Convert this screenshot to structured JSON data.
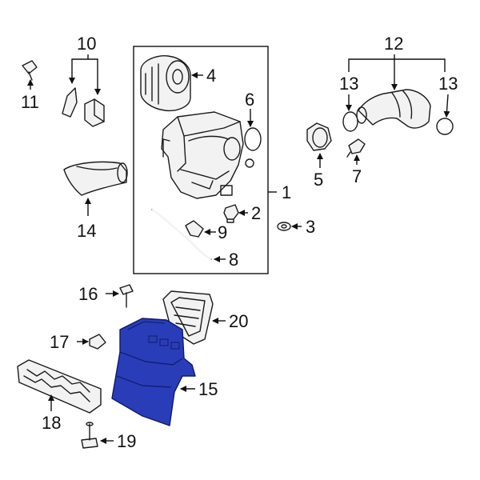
{
  "diagram": {
    "highlight_color": "#2a3db8",
    "callouts": [
      {
        "id": "c1",
        "label": "1"
      },
      {
        "id": "c2",
        "label": "2"
      },
      {
        "id": "c3",
        "label": "3"
      },
      {
        "id": "c4",
        "label": "4"
      },
      {
        "id": "c5",
        "label": "5"
      },
      {
        "id": "c6",
        "label": "6"
      },
      {
        "id": "c7",
        "label": "7"
      },
      {
        "id": "c8",
        "label": "8"
      },
      {
        "id": "c9",
        "label": "9"
      },
      {
        "id": "c10",
        "label": "10"
      },
      {
        "id": "c11",
        "label": "11"
      },
      {
        "id": "c12",
        "label": "12"
      },
      {
        "id": "c13a",
        "label": "13"
      },
      {
        "id": "c13b",
        "label": "13"
      },
      {
        "id": "c14",
        "label": "14"
      },
      {
        "id": "c15",
        "label": "15"
      },
      {
        "id": "c16",
        "label": "16"
      },
      {
        "id": "c17",
        "label": "17"
      },
      {
        "id": "c18",
        "label": "18"
      },
      {
        "id": "c19",
        "label": "19"
      },
      {
        "id": "c20",
        "label": "20"
      }
    ]
  }
}
